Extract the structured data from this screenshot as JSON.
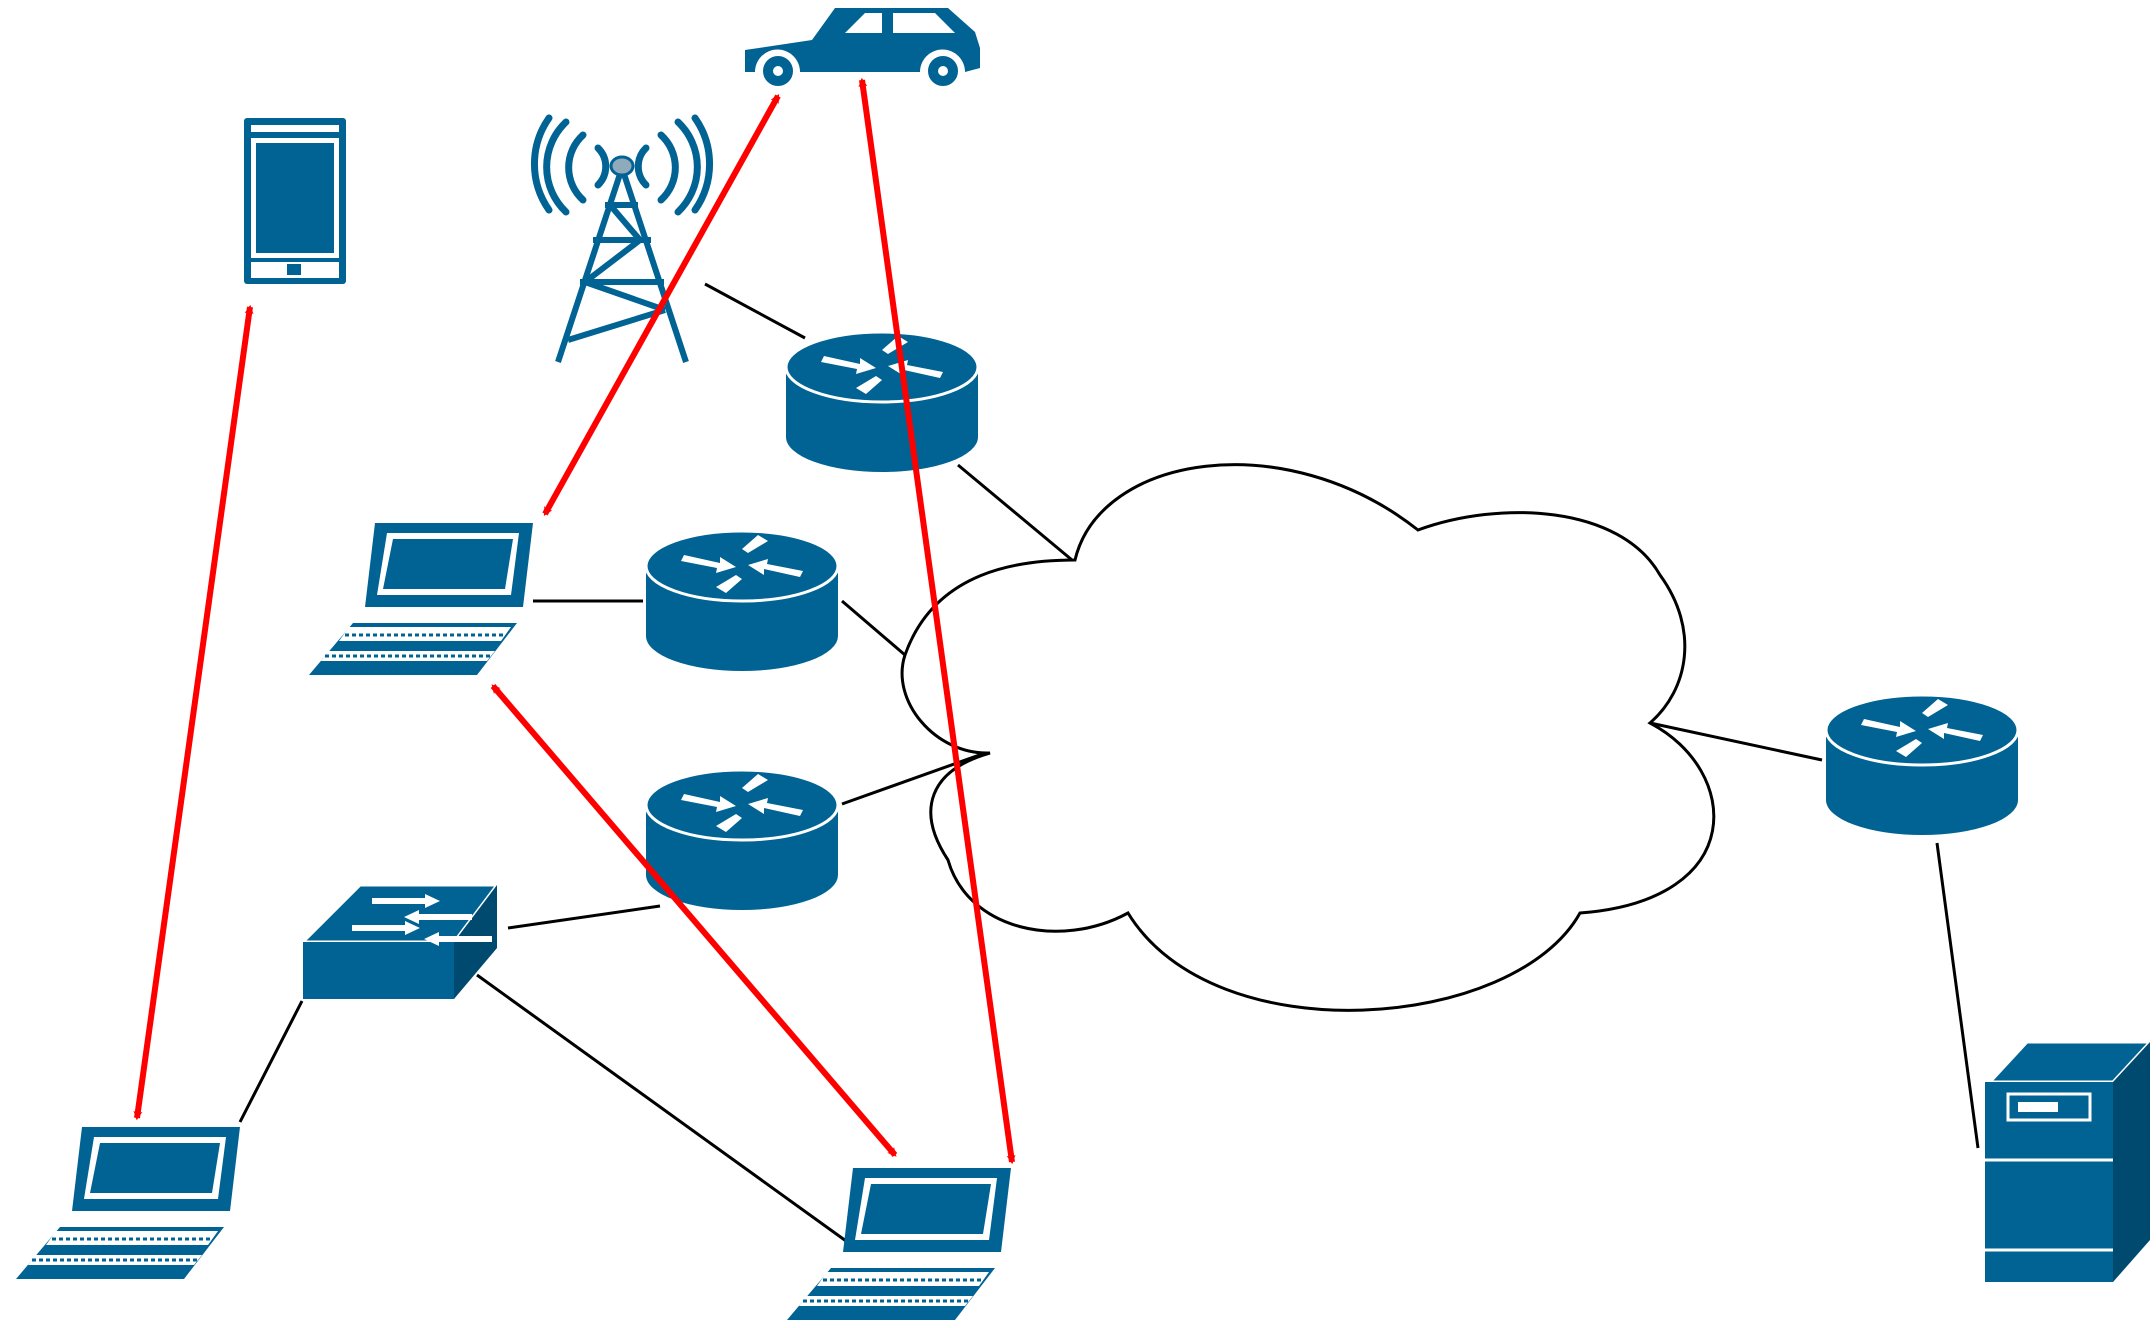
{
  "colors": {
    "device": "#006394",
    "device_dark": "#004a70",
    "link": "#000000",
    "traffic": "#ff0000",
    "cloud_stroke": "#000000",
    "background": "#ffffff"
  },
  "devices": [
    {
      "id": "car",
      "icon": "car-icon"
    },
    {
      "id": "cell-tower",
      "icon": "cell-tower-icon"
    },
    {
      "id": "mobile-phone",
      "icon": "mobile-phone-icon"
    },
    {
      "id": "router-top",
      "icon": "router-icon"
    },
    {
      "id": "router-mid",
      "icon": "router-icon"
    },
    {
      "id": "router-low",
      "icon": "router-icon"
    },
    {
      "id": "router-right",
      "icon": "router-icon"
    },
    {
      "id": "laptop-upper",
      "icon": "laptop-icon"
    },
    {
      "id": "laptop-bottom-left",
      "icon": "laptop-icon"
    },
    {
      "id": "laptop-bottom-center",
      "icon": "laptop-icon"
    },
    {
      "id": "switch",
      "icon": "switch-icon"
    },
    {
      "id": "server",
      "icon": "server-icon"
    },
    {
      "id": "cloud",
      "icon": "cloud-icon"
    }
  ],
  "links": [
    {
      "from": "cell-tower",
      "to": "router-top"
    },
    {
      "from": "router-top",
      "to": "cloud"
    },
    {
      "from": "laptop-upper",
      "to": "router-mid"
    },
    {
      "from": "router-mid",
      "to": "cloud"
    },
    {
      "from": "router-low",
      "to": "cloud"
    },
    {
      "from": "switch",
      "to": "router-low"
    },
    {
      "from": "switch",
      "to": "laptop-bottom-left"
    },
    {
      "from": "switch",
      "to": "laptop-bottom-center"
    },
    {
      "from": "cloud",
      "to": "router-right"
    },
    {
      "from": "router-right",
      "to": "server"
    }
  ],
  "traffic_flows": [
    {
      "from": "mobile-phone",
      "to": "laptop-bottom-left",
      "bidirectional": true
    },
    {
      "from": "car",
      "to": "laptop-upper",
      "bidirectional": true
    },
    {
      "from": "car",
      "to": "laptop-bottom-center",
      "bidirectional": true
    },
    {
      "from": "laptop-upper",
      "to": "laptop-bottom-center",
      "bidirectional": true
    }
  ]
}
